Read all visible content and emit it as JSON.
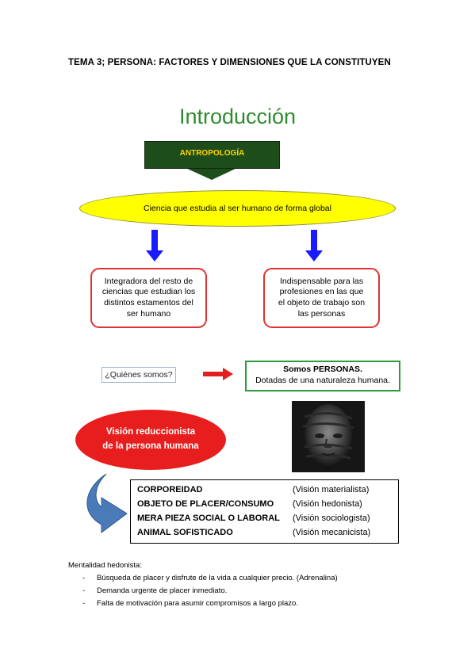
{
  "document": {
    "title": "TEMA 3; PERSONA: FACTORES Y DIMENSIONES QUE LA CONSTITUYEN"
  },
  "diagram": {
    "heading": "Introducción",
    "banner": "ANTROPOLOGÍA",
    "definition": "Ciencia que estudia al ser humano de forma global",
    "left_box": [
      "Integradora del resto de",
      "ciencias que estudian los",
      "distintos estamentos del",
      "ser humano"
    ],
    "right_box": [
      "Indispensable para las",
      "profesiones en las que",
      "el objeto de trabajo son",
      "las personas"
    ],
    "question": "¿Quiénes somos?",
    "answer_title": "Somos PERSONAS.",
    "answer_body": "Dotadas de una naturaleza humana.",
    "reductionist": [
      "Visión reduccionista",
      "de la persona humana"
    ],
    "visions": [
      {
        "name": "CORPOREIDAD",
        "view": "(Visión materialista)"
      },
      {
        "name": "OBJETO DE PLACER/CONSUMO",
        "view": "(Visión hedonista)"
      },
      {
        "name": "MERA PIEZA SOCIAL O LABORAL",
        "view": "(Visión sociologista)"
      },
      {
        "name": "ANIMAL SOFISTICADO",
        "view": "(Visión mecanicista)"
      }
    ],
    "colors": {
      "heading": "#2e8b2e",
      "banner_bg": "#1e4d1c",
      "banner_text": "#ffd400",
      "ellipse": "#ffff00",
      "down_arrows": "#1a1aff",
      "box_border": "#e03333",
      "right_arrow": "#e01f1f",
      "green_border": "#2e9a3a",
      "red_ellipse": "#e81e1e",
      "curved_arrow": "#4a7ab8"
    }
  },
  "hedonism": {
    "title": "Mentalidad hedonista:",
    "items": [
      "Búsqueda de placer y disfrute de la vida a cualquier precio. (Adrenalina)",
      "Demanda urgente de placer inmediato.",
      "Falta de motivación para asumir compromisos a largo plazo."
    ],
    "bullet": "-"
  }
}
